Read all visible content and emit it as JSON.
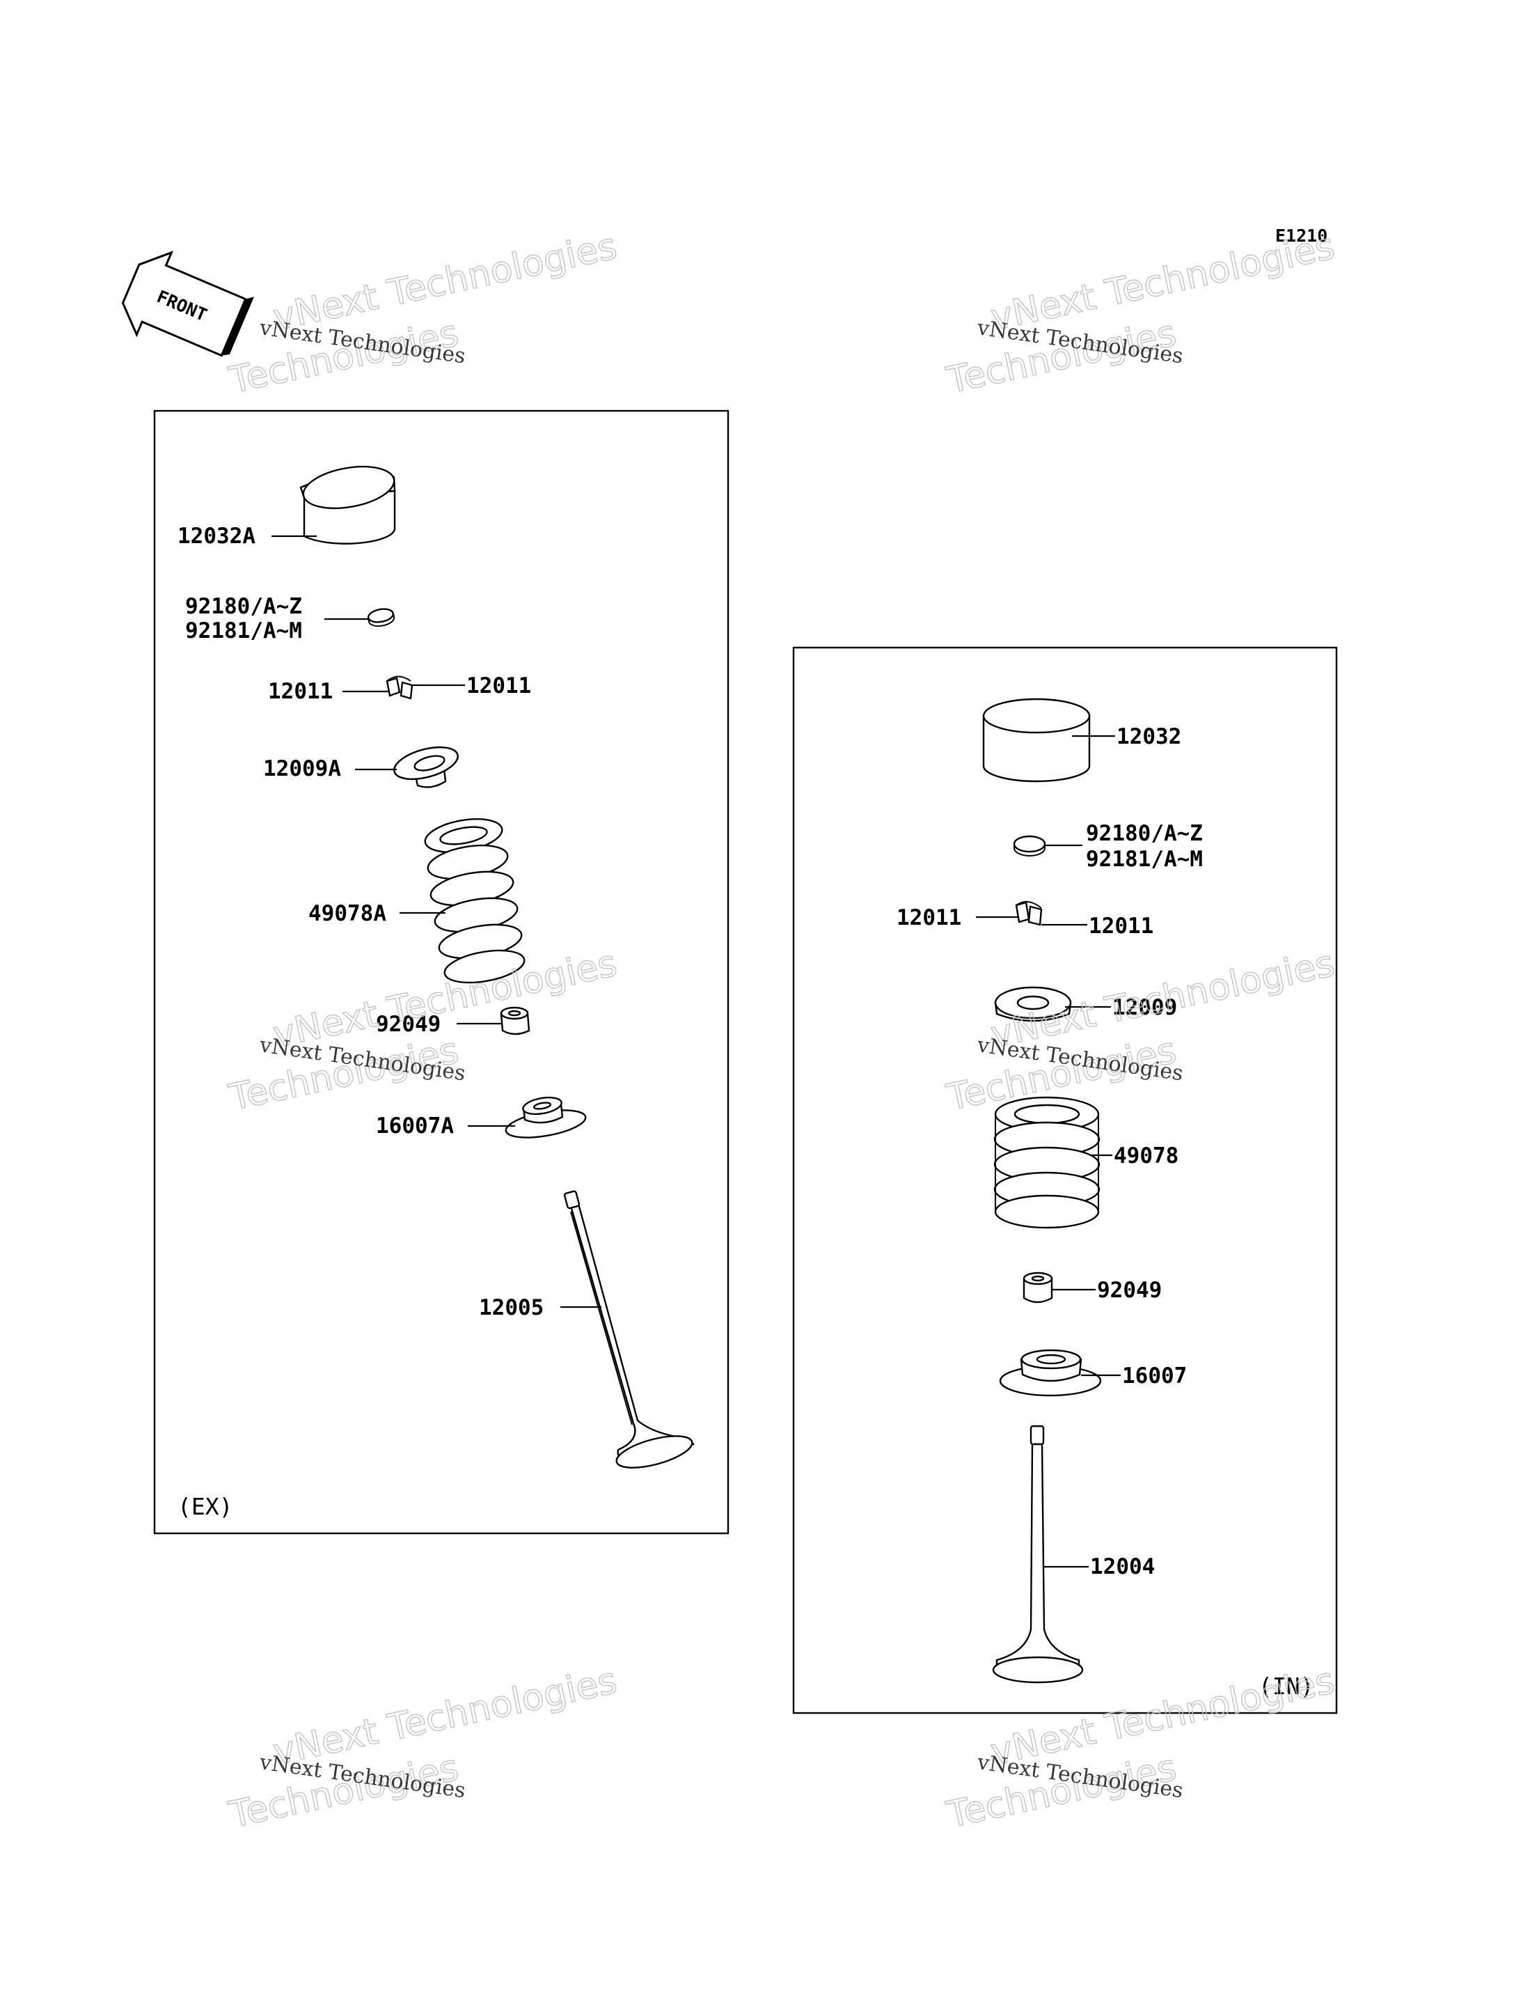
{
  "diagram_code": "E1210",
  "front_arrow_label": "FRONT",
  "watermark": {
    "line1": "vNext Technologies",
    "line2": "vNext Technologies",
    "line3": "Technologies"
  },
  "exhaust": {
    "tag": "(EX)",
    "labels": {
      "lifter": "12032A",
      "shim_a": "92180/A~Z",
      "shim_b": "92181/A~M",
      "cotter_left": "12011",
      "cotter_right": "12011",
      "retainer": "12009A",
      "spring": "49078A",
      "seal": "92049",
      "seat": "16007A",
      "valve": "12005"
    }
  },
  "intake": {
    "tag": "(IN)",
    "labels": {
      "lifter": "12032",
      "shim_a": "92180/A~Z",
      "shim_b": "92181/A~M",
      "cotter_left": "12011",
      "cotter_right": "12011",
      "retainer": "12009",
      "spring": "49078",
      "seal": "92049",
      "seat": "16007",
      "valve": "12004"
    }
  }
}
